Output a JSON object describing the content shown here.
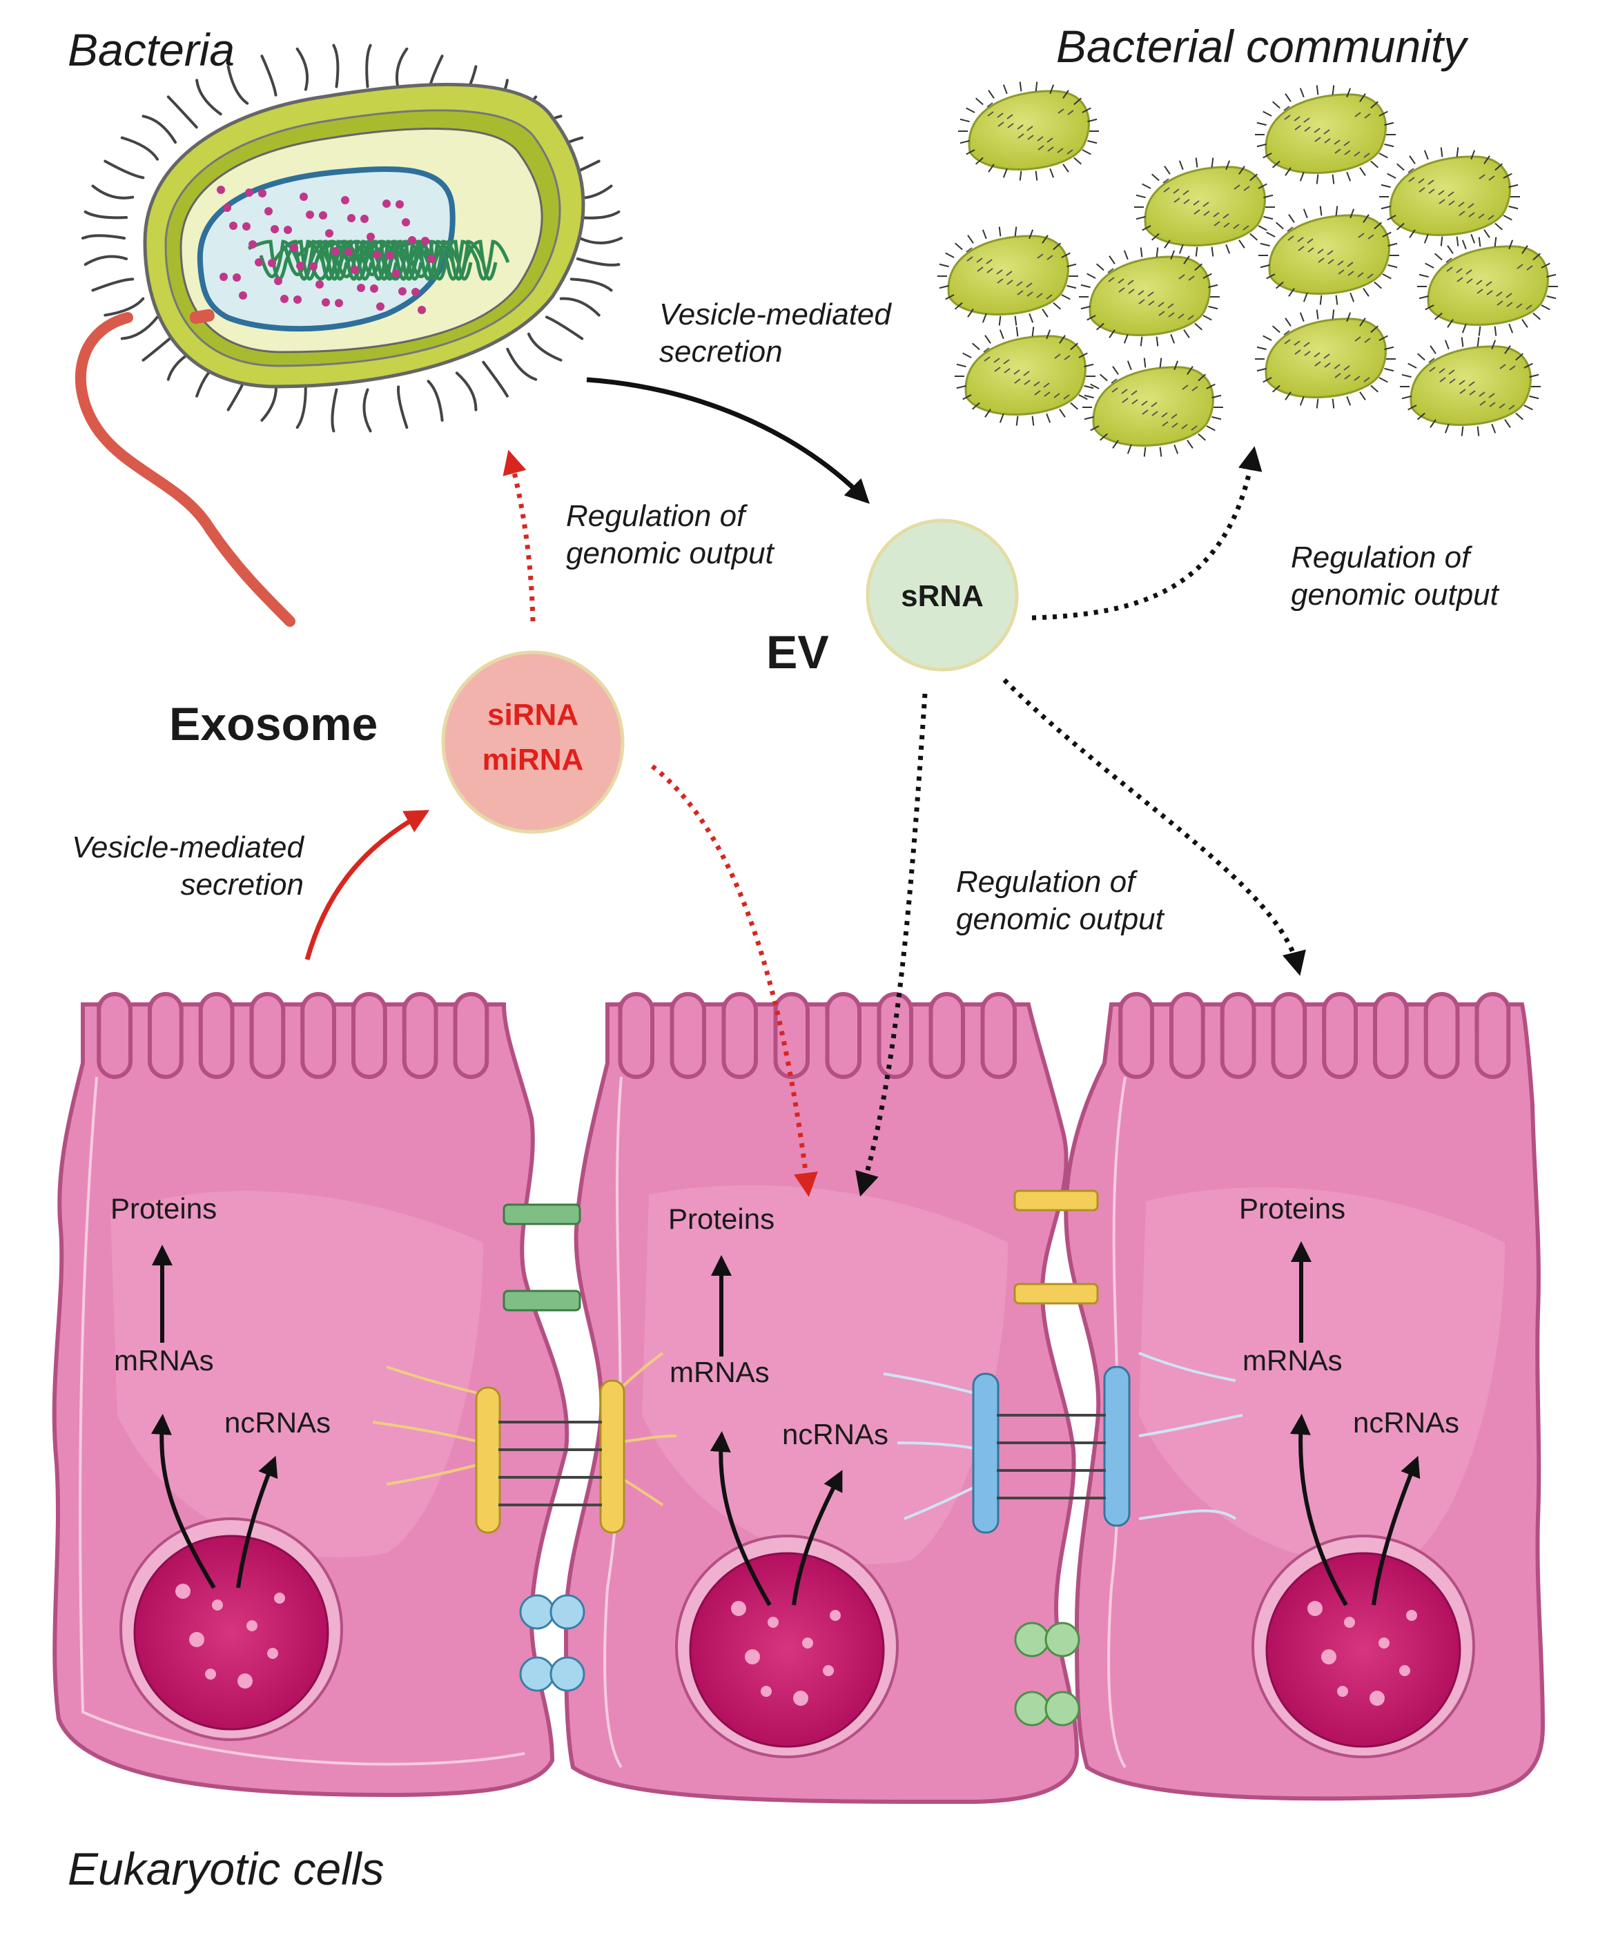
{
  "labels": {
    "bacteria": "Bacteria",
    "bacterial_community": "Bacterial community",
    "eukaryotic_cells": "Eukaryotic cells",
    "exosome": "Exosome",
    "ev": "EV"
  },
  "vesicles": {
    "exosome_cargo": [
      "siRNA",
      "miRNA"
    ],
    "ev_cargo": "sRNA"
  },
  "arrows": {
    "bacteria_secretion": [
      "Vesicle-mediated",
      "secretion"
    ],
    "host_secretion": [
      "Vesicle-mediated",
      "secretion"
    ],
    "regulation_bacteria": [
      "Regulation of",
      "genomic output"
    ],
    "regulation_community": [
      "Regulation of",
      "genomic output"
    ],
    "regulation_cells": [
      "Regulation of",
      "genomic output"
    ]
  },
  "cells": [
    {
      "proteins": "Proteins",
      "mrnas": "mRNAs",
      "ncrnas": "ncRNAs"
    },
    {
      "proteins": "Proteins",
      "mrnas": "mRNAs",
      "ncrnas": "ncRNAs"
    },
    {
      "proteins": "Proteins",
      "mrnas": "mRNAs",
      "ncrnas": "ncRNAs"
    }
  ],
  "colors": {
    "cell_fill": "#e689b8",
    "cell_stroke": "#b44f84",
    "nucleus": "#c4186e",
    "bacteria_fill": "#c5d24a",
    "exosome_fill": "#f2b3ad",
    "exosome_text": "#e0201b",
    "ev_fill": "#d8e9d2",
    "host_arrow": "#d8261f",
    "arrow": "#111111"
  }
}
